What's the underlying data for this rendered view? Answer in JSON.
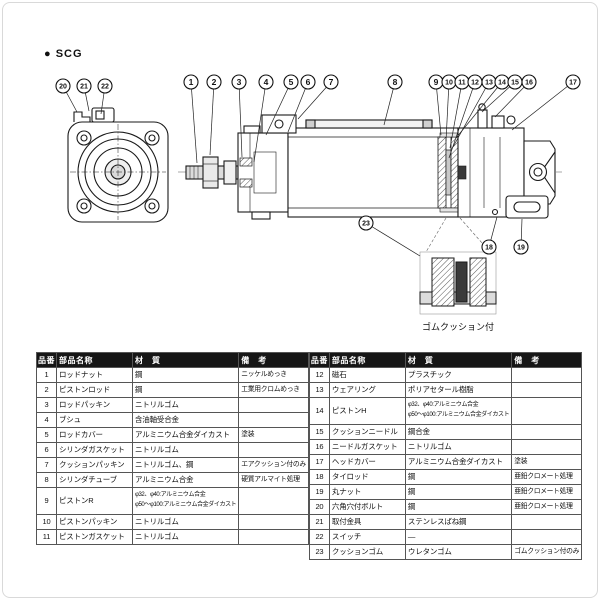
{
  "page": {
    "series_label": "● SCG",
    "detail_caption": "ゴムクッション付"
  },
  "diagram": {
    "callouts": [
      "1",
      "2",
      "3",
      "4",
      "5",
      "6",
      "7",
      "8",
      "9",
      "10",
      "11",
      "12",
      "13",
      "14",
      "15",
      "16",
      "17",
      "18",
      "19",
      "20",
      "21",
      "22",
      "23"
    ]
  },
  "table": {
    "headers": [
      "品番",
      "部品名称",
      "材　質",
      "備　考"
    ]
  },
  "parts_table_left": {
    "rows": [
      {
        "no": "1",
        "name": "ロッドナット",
        "material": "鋼",
        "remark": "ニッケルめっき"
      },
      {
        "no": "2",
        "name": "ピストンロッド",
        "material": "鋼",
        "remark": "工業用クロムめっき"
      },
      {
        "no": "3",
        "name": "ロッドパッキン",
        "material": "ニトリルゴム",
        "remark": ""
      },
      {
        "no": "4",
        "name": "ブシュ",
        "material": "含油軸受合金",
        "remark": ""
      },
      {
        "no": "5",
        "name": "ロッドカバー",
        "material": "アルミニウム合金ダイカスト",
        "remark": "塗装"
      },
      {
        "no": "6",
        "name": "シリンダガスケット",
        "material": "ニトリルゴム",
        "remark": ""
      },
      {
        "no": "7",
        "name": "クッションパッキン",
        "material": "ニトリルゴム、鋼",
        "remark": "エアクッション付のみ"
      },
      {
        "no": "8",
        "name": "シリンダチューブ",
        "material": "アルミニウム合金",
        "remark": "硬質アルマイト処理"
      },
      {
        "no": "9",
        "name": "ピストンR",
        "material": "φ32、φ40:アルミニウム合金",
        "material2": "φ50〜φ100:アルミニウム合金ダイカスト",
        "remark": ""
      },
      {
        "no": "10",
        "name": "ピストンパッキン",
        "material": "ニトリルゴム",
        "remark": ""
      },
      {
        "no": "11",
        "name": "ピストンガスケット",
        "material": "ニトリルゴム",
        "remark": ""
      }
    ]
  },
  "parts_table_right": {
    "rows": [
      {
        "no": "12",
        "name": "磁石",
        "material": "プラスチック",
        "remark": ""
      },
      {
        "no": "13",
        "name": "ウェアリング",
        "material": "ポリアセタール樹脂",
        "remark": ""
      },
      {
        "no": "14",
        "name": "ピストンH",
        "material": "φ32、φ40:アルミニウム合金",
        "material2": "φ50〜φ100:アルミニウム合金ダイカスト",
        "remark": ""
      },
      {
        "no": "15",
        "name": "クッションニードル",
        "material": "鋼合金",
        "remark": ""
      },
      {
        "no": "16",
        "name": "ニードルガスケット",
        "material": "ニトリルゴム",
        "remark": ""
      },
      {
        "no": "17",
        "name": "ヘッドカバー",
        "material": "アルミニウム合金ダイカスト",
        "remark": "塗装"
      },
      {
        "no": "18",
        "name": "タイロッド",
        "material": "鋼",
        "remark": "亜鉛クロメート処理"
      },
      {
        "no": "19",
        "name": "丸ナット",
        "material": "鋼",
        "remark": "亜鉛クロメート処理"
      },
      {
        "no": "20",
        "name": "六角穴付ボルト",
        "material": "鋼",
        "remark": "亜鉛クロメート処理"
      },
      {
        "no": "21",
        "name": "取付金具",
        "material": "ステンレスばね鋼",
        "remark": ""
      },
      {
        "no": "22",
        "name": "スイッチ",
        "material": "―",
        "remark": ""
      },
      {
        "no": "23",
        "name": "クッションゴム",
        "material": "ウレタンゴム",
        "remark": "ゴムクッション付のみ"
      }
    ]
  }
}
